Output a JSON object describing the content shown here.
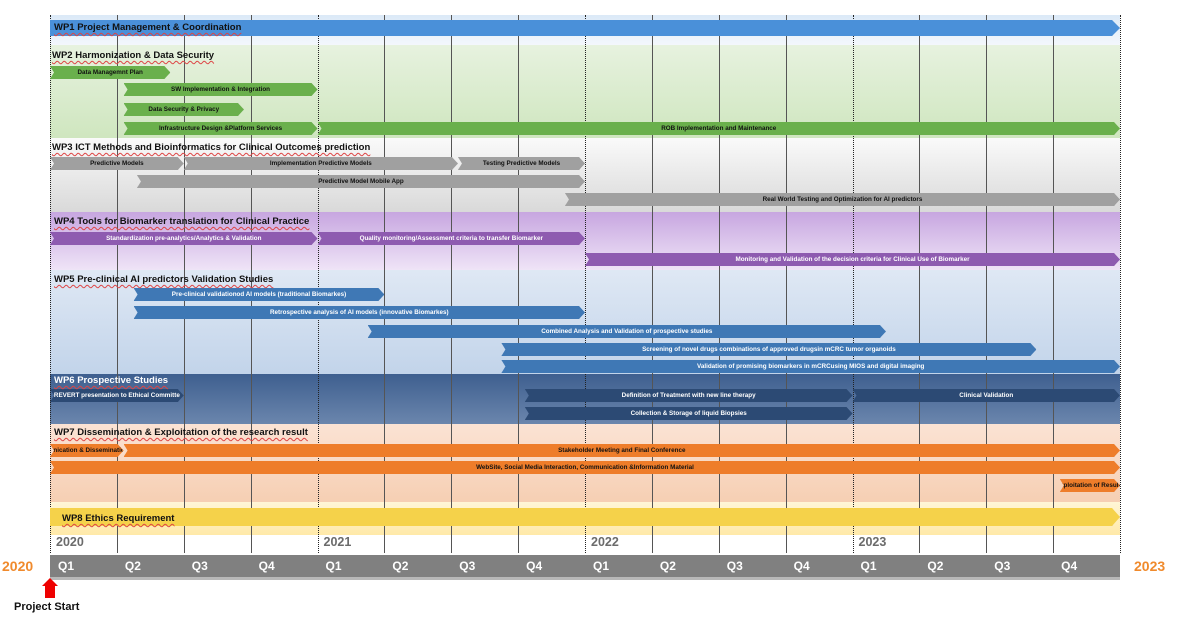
{
  "years": [
    "2020",
    "2021",
    "2022",
    "2023"
  ],
  "side_year_left": "2020",
  "side_year_right": "2023",
  "quarters": [
    "Q1",
    "Q2",
    "Q3",
    "Q4",
    "Q1",
    "Q2",
    "Q3",
    "Q4",
    "Q1",
    "Q2",
    "Q3",
    "Q4",
    "Q1",
    "Q2",
    "Q3",
    "Q4"
  ],
  "project_start": "Project Start",
  "timeline": {
    "start_quarter_index": 0,
    "total_quarters": 16
  },
  "colors": {
    "wp1": "#4a90d9",
    "wp2": "#6ab04c",
    "wp3": "#a0a0a0",
    "wp4": "#8e5bb0",
    "wp5": "#3f78b5",
    "wp6": "#2c4a74",
    "wp7": "#ee7d2a",
    "wp8": "#f5d24a"
  },
  "work_packages": [
    {
      "id": "wp1",
      "title": "WP1 Project Management & Coordination",
      "bars": []
    },
    {
      "id": "wp2",
      "title": "WP2 Harmonization & Data Security",
      "bars": [
        {
          "label": "Data Managemnt Plan",
          "start": 0,
          "end": 1.8
        },
        {
          "label": "SW Implementation & Integration",
          "start": 1.1,
          "end": 4.0
        },
        {
          "label": "Data Security & Privacy",
          "start": 1.1,
          "end": 2.9
        },
        {
          "label": "Infrastructure Design &Platform Services",
          "start": 1.1,
          "end": 4.0
        },
        {
          "label": "ROB Implementation and Maintenance",
          "start": 4.0,
          "end": 16
        }
      ]
    },
    {
      "id": "wp3",
      "title": "WP3 ICT Methods and Bioinformatics for Clinical Outcomes prediction",
      "bars": [
        {
          "label": "Predictive Models",
          "start": 0,
          "end": 2.0
        },
        {
          "label": "Implementation Predictive Models",
          "start": 2.0,
          "end": 6.1
        },
        {
          "label": "Testing Predictive Models",
          "start": 6.1,
          "end": 8.0
        },
        {
          "label": "Predictive Model Mobile App",
          "start": 1.3,
          "end": 8.0
        },
        {
          "label": "Real World Testing and Optimization for AI predictors",
          "start": 7.7,
          "end": 16
        }
      ]
    },
    {
      "id": "wp4",
      "title": "WP4 Tools for Biomarker translation for Clinical Practice",
      "bars": [
        {
          "label": "Standardization pre-analytics/Analytics & Validation",
          "start": 0,
          "end": 4.0
        },
        {
          "label": "Quality monitoring/Assessment criteria to transfer Biomarker",
          "start": 4.0,
          "end": 8.0
        },
        {
          "label": "Monitoring and Validation of the decision criteria for Clinical Use of Biomarker",
          "start": 8.0,
          "end": 16
        }
      ]
    },
    {
      "id": "wp5",
      "title": "WP5 Pre-clinical AI predictors Validation Studies",
      "bars": [
        {
          "label": "Pre-clinical validationod AI models (traditional Biomarkes)",
          "start": 1.25,
          "end": 5.0
        },
        {
          "label": "Retrospective analysis of AI models (innovative Biomarkes)",
          "start": 1.25,
          "end": 8.0
        },
        {
          "label": "Combined Analysis and Validation of prospective studies",
          "start": 4.75,
          "end": 12.5
        },
        {
          "label": "Screening of novel drugs combinations of approved drugsin mCRC tumor organoids",
          "start": 6.75,
          "end": 14.75
        },
        {
          "label": "Validation of promising biomarkers in mCRCusing MIOS and digital imaging",
          "start": 6.75,
          "end": 16
        }
      ]
    },
    {
      "id": "wp6",
      "title": "WP6 Prospective Studies",
      "bars": [
        {
          "label": "REVERT presentation to Ethical Committe",
          "start": 0,
          "end": 2.0
        },
        {
          "label": "Definition of Treatment with new line therapy",
          "start": 7.1,
          "end": 12.0
        },
        {
          "label": "Clinical Validation",
          "start": 12.0,
          "end": 16
        },
        {
          "label": "Collection & Storage of liquid Biopsies",
          "start": 7.1,
          "end": 12.0
        }
      ]
    },
    {
      "id": "wp7",
      "title": "WP7 Dissemination & Exploitation of the research result",
      "bars": [
        {
          "label": "Communication & Dissemination Plan",
          "start": 0,
          "end": 1.1
        },
        {
          "label": "Stakeholder Meeting and Final Conference",
          "start": 1.1,
          "end": 16
        },
        {
          "label": "WebSite, Social Media Interaction, Communication &Information Material",
          "start": 0,
          "end": 16
        },
        {
          "label": "Exploitation of Results",
          "start": 15.1,
          "end": 16
        }
      ]
    },
    {
      "id": "wp8",
      "title": "WP8 Ethics Requirement",
      "bars": []
    }
  ]
}
